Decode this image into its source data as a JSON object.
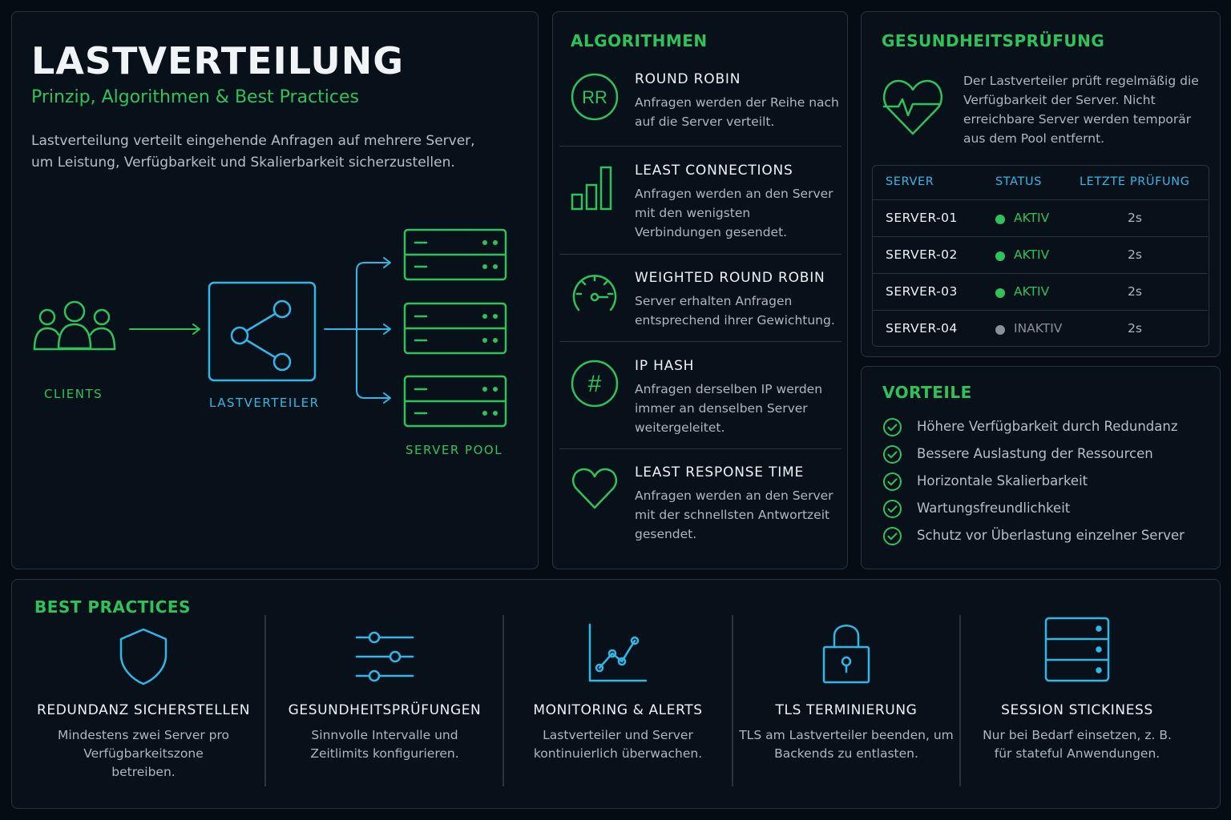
{
  "header": {
    "title": "LASTVERTEILUNG",
    "subtitle": "Prinzip, Algorithmen & Best Practices",
    "intro": "Lastverteilung verteilt eingehende Anfragen auf mehrere Server, um Leistung, Verfügbarkeit und Skalierbarkeit sicherzustellen."
  },
  "diagram": {
    "clients_label": "CLIENTS",
    "balancer_label": "LASTVERTEILER",
    "pool_label": "SERVER POOL"
  },
  "algorithms": {
    "title": "ALGORITHMEN",
    "items": [
      {
        "icon": "round-robin-icon",
        "icon_text": "RR",
        "name": "ROUND ROBIN",
        "desc": "Anfragen werden der Reihe nach auf die Server verteilt."
      },
      {
        "icon": "bar-chart-icon",
        "name": "LEAST CONNECTIONS",
        "desc": "Anfragen werden an den Server mit den wenigsten Verbindungen gesendet."
      },
      {
        "icon": "gauge-icon",
        "name": "WEIGHTED ROUND ROBIN",
        "desc": "Server erhalten Anfragen entsprechend ihrer Gewichtung."
      },
      {
        "icon": "hash-icon",
        "icon_text": "#",
        "name": "IP HASH",
        "desc": "Anfragen derselben IP werden immer an denselben Server weitergeleitet."
      },
      {
        "icon": "heart-icon",
        "name": "LEAST RESPONSE TIME",
        "desc": "Anfragen werden an den Server mit der schnellsten Antwortzeit gesendet."
      }
    ]
  },
  "health": {
    "title": "GESUNDHEITSPRÜFUNG",
    "text": "Der Lastverteiler prüft regelmäßig die Verfügbarkeit der Server. Nicht erreichbare Server werden temporär aus dem Pool entfernt.",
    "columns": [
      "SERVER",
      "STATUS",
      "LETZTE PRÜFUNG"
    ],
    "rows": [
      {
        "server": "SERVER-01",
        "status": "AKTIV",
        "last": "2s",
        "color": "#2fc25b"
      },
      {
        "server": "SERVER-02",
        "status": "AKTIV",
        "last": "2s",
        "color": "#2fc25b"
      },
      {
        "server": "SERVER-03",
        "status": "AKTIV",
        "last": "2s",
        "color": "#2fc25b"
      },
      {
        "server": "SERVER-04",
        "status": "INAKTIV",
        "last": "2s",
        "color": "#8a9098"
      }
    ]
  },
  "advantages": {
    "title": "VORTEILE",
    "items": [
      "Höhere Verfügbarkeit durch Redundanz",
      "Bessere Auslastung der Ressourcen",
      "Horizontale Skalierbarkeit",
      "Wartungsfreundlichkeit",
      "Schutz vor Überlastung einzelner Server"
    ]
  },
  "best_practices": {
    "title": "BEST PRACTICES",
    "items": [
      {
        "icon": "shield-icon",
        "name": "REDUNDANZ SICHERSTELLEN",
        "desc": "Mindestens zwei Server pro Verfügbarkeitszone betreiben."
      },
      {
        "icon": "sliders-icon",
        "name": "GESUNDHEITSPRÜFUNGEN",
        "desc": "Sinnvolle Intervalle und Zeitlimits konfigurieren."
      },
      {
        "icon": "line-chart-icon",
        "name": "MONITORING & ALERTS",
        "desc": "Lastverteiler und Server kontinuierlich überwachen."
      },
      {
        "icon": "lock-icon",
        "name": "TLS TERMINIERUNG",
        "desc": "TLS am Lastverteiler beenden, um Backends zu entlasten."
      },
      {
        "icon": "server-stack-icon",
        "name": "SESSION STICKINESS",
        "desc": "Nur bei Bedarf einsetzen, z. B. für stateful Anwendungen."
      }
    ]
  },
  "colors": {
    "green": "#2fc25b",
    "blue": "#31b6e6",
    "inactive": "#8a9098"
  }
}
